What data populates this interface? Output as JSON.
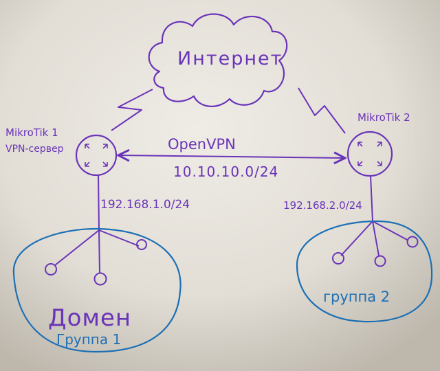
{
  "diagram": {
    "internet_label": "Интернет",
    "router1": {
      "name": "MikroTik 1",
      "role": "VPN-сервер"
    },
    "router2": {
      "name": "MikroTik 2"
    },
    "tunnel": {
      "protocol": "OpenVPN",
      "subnet": "10.10.10.0/24"
    },
    "lan1": {
      "subnet": "192.168.1.0/24",
      "title": "Домен",
      "group": "Группа 1"
    },
    "lan2": {
      "subnet": "192.168.2.0/24",
      "group": "группа 2"
    },
    "colors": {
      "ink": "#6a34b8",
      "group_outline": "#1c6fb5",
      "paper": "#d9d4cb"
    }
  }
}
